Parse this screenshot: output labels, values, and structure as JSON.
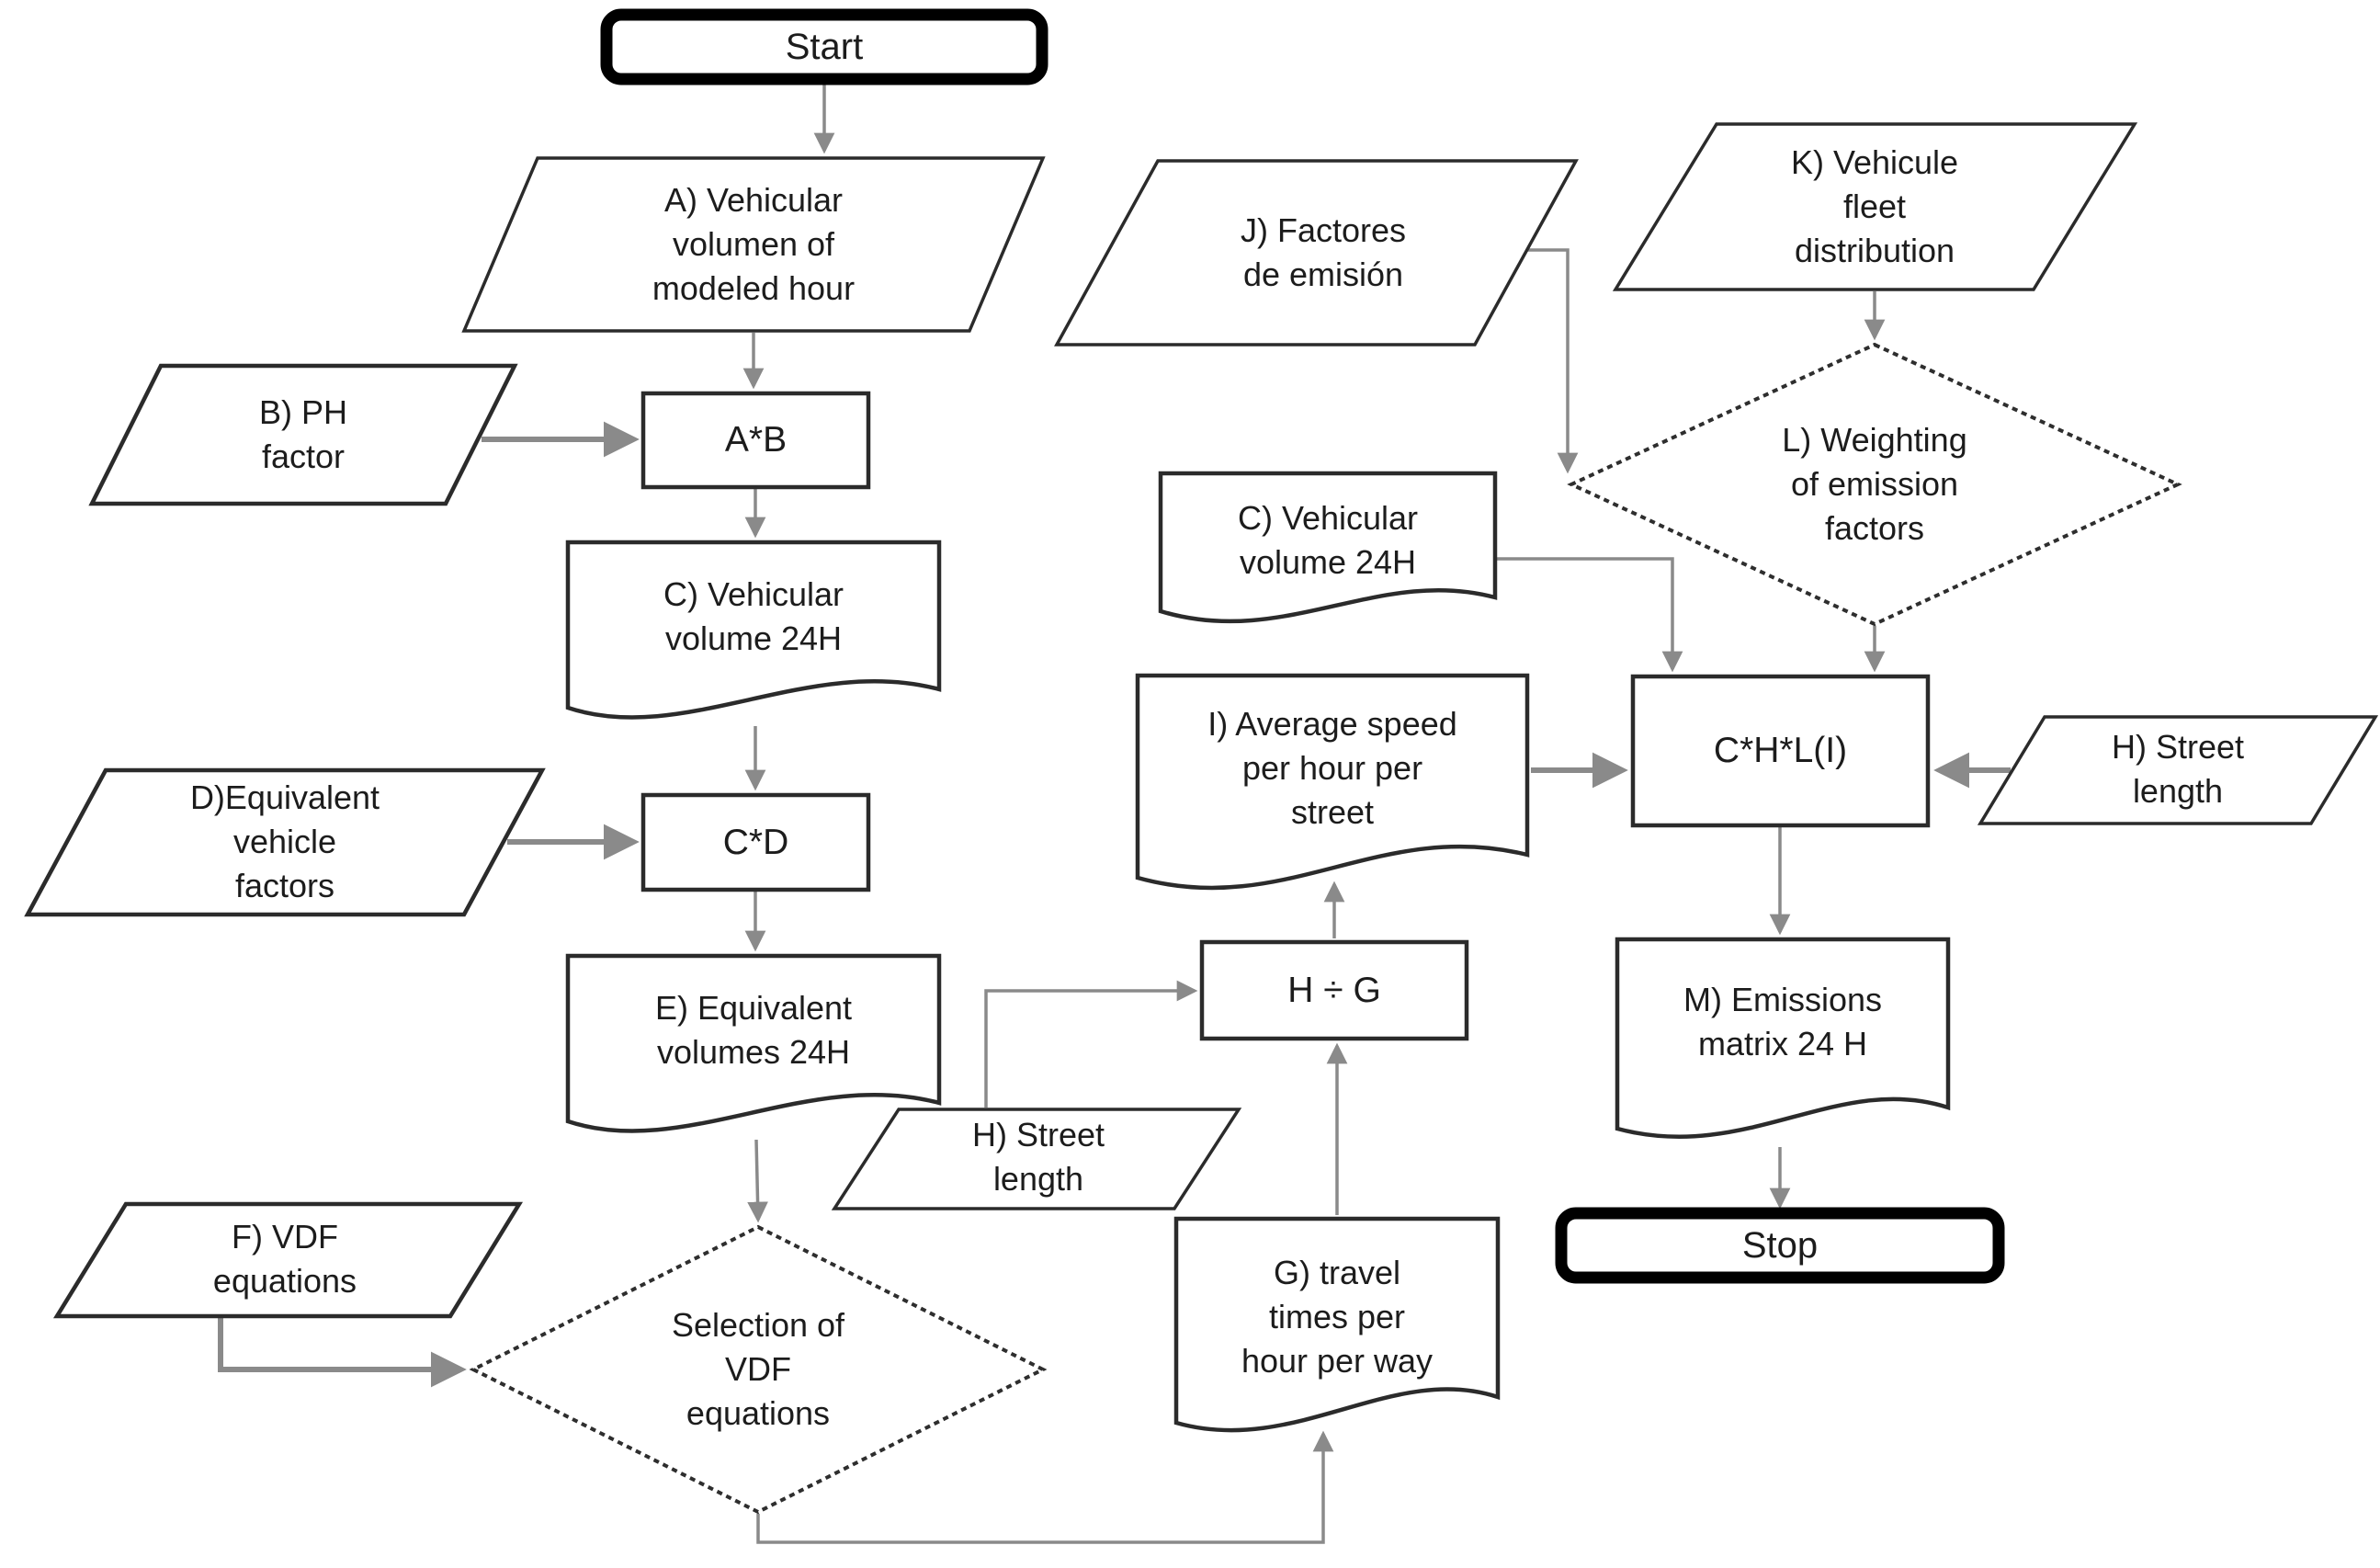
{
  "diagram": {
    "type": "flowchart",
    "nodes": {
      "start": {
        "label": "Start",
        "shape": "terminator"
      },
      "a": {
        "label": "A) Vehicular\nvolumen of\nmodeled hour",
        "shape": "parallelogram"
      },
      "b": {
        "label": "B) PH\nfactor",
        "shape": "parallelogram"
      },
      "ab": {
        "label": "A*B",
        "shape": "process"
      },
      "c": {
        "label": "C) Vehicular\nvolume 24H",
        "shape": "document"
      },
      "d": {
        "label": "D)Equivalent\nvehicle\nfactors",
        "shape": "parallelogram"
      },
      "cd": {
        "label": "C*D",
        "shape": "process"
      },
      "e": {
        "label": "E) Equivalent\nvolumes 24H",
        "shape": "document"
      },
      "f": {
        "label": "F) VDF\nequations",
        "shape": "parallelogram"
      },
      "vdf": {
        "label": "Selection of\nVDF\nequations",
        "shape": "decision"
      },
      "h1": {
        "label": "H) Street\nlength",
        "shape": "parallelogram"
      },
      "hg": {
        "label": "H ÷ G",
        "shape": "process"
      },
      "g": {
        "label": "G) travel\ntimes per\nhour per way",
        "shape": "document"
      },
      "c2": {
        "label": "C) Vehicular\nvolume 24H",
        "shape": "document"
      },
      "i": {
        "label": "I) Average speed\nper hour per\nstreet",
        "shape": "document"
      },
      "j": {
        "label": "J) Factores\nde emisión",
        "shape": "parallelogram"
      },
      "k": {
        "label": "K) Vehicule\nfleet\ndistribution",
        "shape": "parallelogram"
      },
      "l": {
        "label": "L) Weighting\nof emission\nfactors",
        "shape": "decision"
      },
      "chl": {
        "label": "C*H*L(I)",
        "shape": "process"
      },
      "h2": {
        "label": "H) Street\nlength",
        "shape": "parallelogram"
      },
      "m": {
        "label": "M) Emissions\nmatrix 24 H",
        "shape": "document"
      },
      "stop": {
        "label": "Stop",
        "shape": "terminator"
      }
    },
    "edges": [
      {
        "from": "start",
        "to": "a"
      },
      {
        "from": "a",
        "to": "ab"
      },
      {
        "from": "b",
        "to": "ab"
      },
      {
        "from": "ab",
        "to": "c"
      },
      {
        "from": "c",
        "to": "cd"
      },
      {
        "from": "d",
        "to": "cd"
      },
      {
        "from": "cd",
        "to": "e"
      },
      {
        "from": "e",
        "to": "vdf"
      },
      {
        "from": "f",
        "to": "vdf"
      },
      {
        "from": "vdf",
        "to": "g"
      },
      {
        "from": "g",
        "to": "hg"
      },
      {
        "from": "h1",
        "to": "hg"
      },
      {
        "from": "hg",
        "to": "i"
      },
      {
        "from": "i",
        "to": "chl"
      },
      {
        "from": "c2",
        "to": "chl"
      },
      {
        "from": "j",
        "to": "l"
      },
      {
        "from": "k",
        "to": "l"
      },
      {
        "from": "l",
        "to": "chl"
      },
      {
        "from": "h2",
        "to": "chl"
      },
      {
        "from": "chl",
        "to": "m"
      },
      {
        "from": "m",
        "to": "stop"
      }
    ],
    "colors": {
      "background": "#ffffff",
      "shape_border": "#2b2b2b",
      "terminator_border": "#000000",
      "connector": "#8a8a8a",
      "text": "#1c1c1c"
    }
  }
}
